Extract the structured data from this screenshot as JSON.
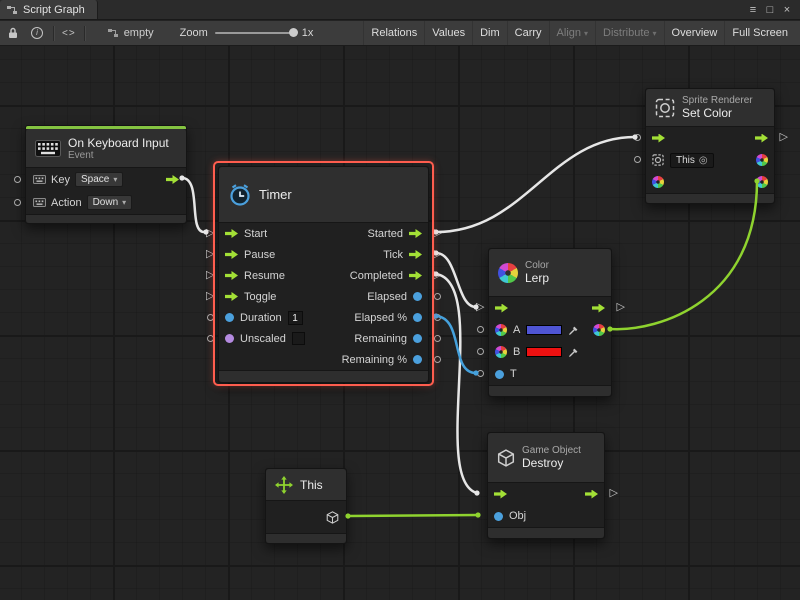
{
  "titlebar": {
    "tab": "Script Graph",
    "menu_icon": "≡",
    "maximize_icon": "□",
    "close_icon": "×"
  },
  "toolbar": {
    "graph_name": "empty",
    "zoom_label": "Zoom",
    "zoom_value": "1x",
    "buttons": [
      {
        "label": "Relations",
        "disabled": false,
        "dropdown": false
      },
      {
        "label": "Values",
        "disabled": false,
        "dropdown": false
      },
      {
        "label": "Dim",
        "disabled": false,
        "dropdown": false
      },
      {
        "label": "Carry",
        "disabled": false,
        "dropdown": false
      },
      {
        "label": "Align",
        "disabled": true,
        "dropdown": true
      },
      {
        "label": "Distribute",
        "disabled": true,
        "dropdown": true
      },
      {
        "label": "Overview",
        "disabled": false,
        "dropdown": false
      },
      {
        "label": "Full Screen",
        "disabled": false,
        "dropdown": false
      }
    ]
  },
  "nodes": {
    "keyboard": {
      "title": "On Keyboard Input",
      "subtitle": "Event",
      "rows": [
        {
          "label": "Key",
          "value": "Space"
        },
        {
          "label": "Action",
          "value": "Down"
        }
      ]
    },
    "timer": {
      "title": "Timer",
      "rows": [
        {
          "left": "Start",
          "right": "Started"
        },
        {
          "left": "Pause",
          "right": "Tick"
        },
        {
          "left": "Resume",
          "right": "Completed"
        },
        {
          "left": "Toggle",
          "right": "Elapsed"
        },
        {
          "left": "Duration",
          "value": "1",
          "right": "Elapsed %"
        },
        {
          "left": "Unscaled",
          "right": "Remaining"
        },
        {
          "left": "",
          "right": "Remaining %"
        }
      ]
    },
    "set_color": {
      "category": "Sprite Renderer",
      "title": "Set Color",
      "target": "This"
    },
    "lerp": {
      "category": "Color",
      "title": "Lerp",
      "input_a": "A",
      "input_b": "B",
      "input_t": "T"
    },
    "this_unit": {
      "title": "This"
    },
    "destroy": {
      "category": "Game Object",
      "title": "Destroy",
      "input": "Obj"
    }
  },
  "glyphs": {
    "caret": "▾",
    "target": "◎",
    "triangle_port": "▷",
    "info": "i",
    "collapse": "<>"
  },
  "colors": {
    "flow_green": "#a3e036",
    "data_blue": "#4ba0dd",
    "bool_purple": "#b48ae0",
    "selection_red": "#ff5d4e",
    "wire_white": "#e6e6e6",
    "wire_green": "#8fd32f",
    "wire_blue": "#45a1dc",
    "event_accent": "#84c341",
    "swatch_a": "#4f55d4",
    "swatch_b": "#ee1111"
  }
}
